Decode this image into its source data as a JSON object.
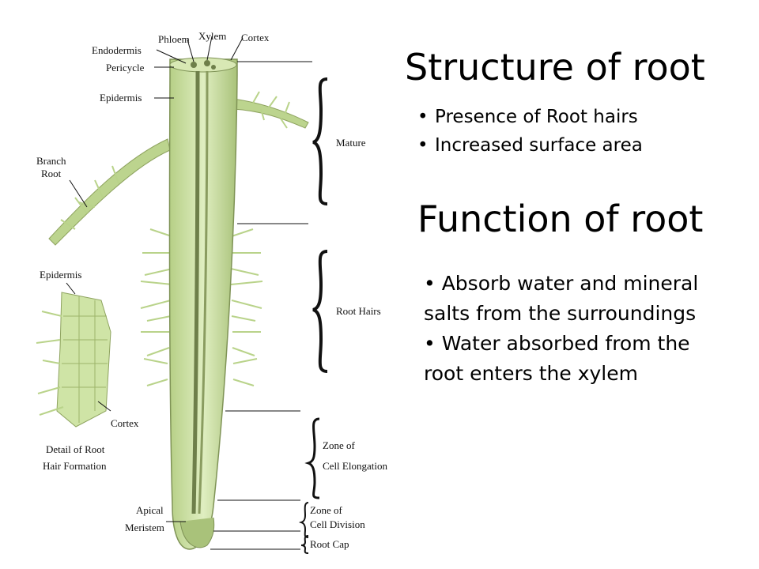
{
  "slide": {
    "title_structure": "Structure of root",
    "structure_points": [
      "Presence of Root hairs",
      "Increased surface area"
    ],
    "title_function": "Function of root",
    "function_points": [
      "Absorb water and mineral salts from the surroundings",
      "Water absorbed from the root enters the xylem"
    ]
  },
  "diagram": {
    "labels": {
      "endodermis": "Endodermis",
      "phloem": "Phloem",
      "xylem": "Xylem",
      "cortex_top": "Cortex",
      "pericycle": "Pericycle",
      "epidermis_top": "Epidermis",
      "branch": "Branch",
      "root": "Root",
      "mature": "Mature",
      "root_hairs": "Root Hairs",
      "epidermis_detail": "Epidermis",
      "cortex_detail": "Cortex",
      "detail_line1": "Detail of Root",
      "detail_line2": "Hair Formation",
      "zone_of": "Zone of",
      "cell_elongation": "Cell Elongation",
      "zone_of_2": "Zone of",
      "cell_division": "Cell Division",
      "root_cap": "Root Cap",
      "apical": "Apical",
      "meristem": "Meristem"
    },
    "colors": {
      "root_fill": "#c9dea0",
      "root_dark": "#6e7f4a",
      "hair": "#b9d38a"
    }
  }
}
